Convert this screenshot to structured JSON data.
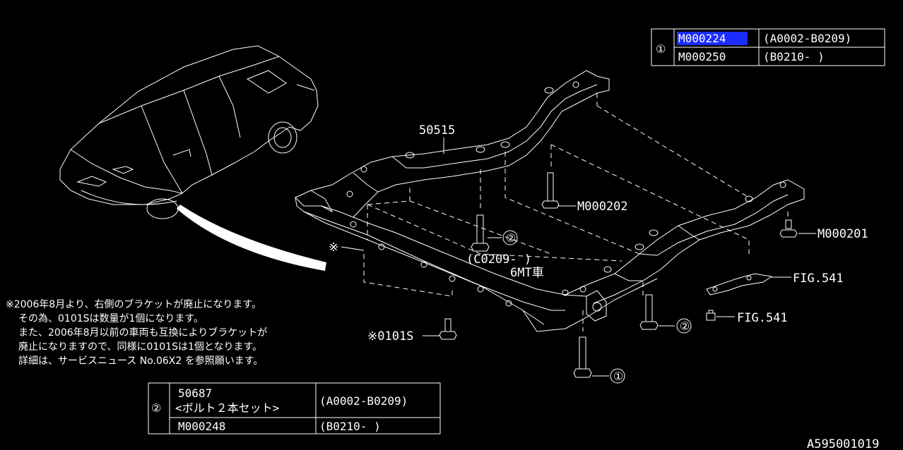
{
  "colors": {
    "background": "#000000",
    "line": "#ffffff",
    "highlight": "#1a2cff"
  },
  "table_top": {
    "ref": "①",
    "rows": [
      {
        "part": "M000224",
        "range": "(A0002-B0209)",
        "selected": true
      },
      {
        "part": "M000250",
        "range": "(B0210-       )",
        "selected": false
      }
    ]
  },
  "table_bottom": {
    "ref": "②",
    "rows": [
      {
        "part": "50687",
        "part2": "<ボルト２本セット>",
        "range": "(A0002-B0209)"
      },
      {
        "part": "M000248",
        "range": "(B0210-       )"
      }
    ]
  },
  "labels": {
    "part_50515": "50515",
    "m000202": "M000202",
    "m000201": "M000201",
    "fig541_a": "FIG.541",
    "fig541_b": "FIG.541",
    "c0209": "(C0209-        )",
    "mt6": "6MT車",
    "s0101": "※0101S",
    "ref_marker": "※",
    "callout_1": "①",
    "callout_2a": "②",
    "callout_2b": "②"
  },
  "notes": [
    "※2006年8月より、右側のブラケットが廃止になります。",
    "その為、0101Sは数量が1個になります。",
    "また、2006年8月以前の車両も互換によりブラケットが",
    "廃止になりますので、同様に0101Sは1個となります。",
    "詳細は、サービスニュース No.06X2 を参照願います。"
  ],
  "drawing_id": "A595001019"
}
